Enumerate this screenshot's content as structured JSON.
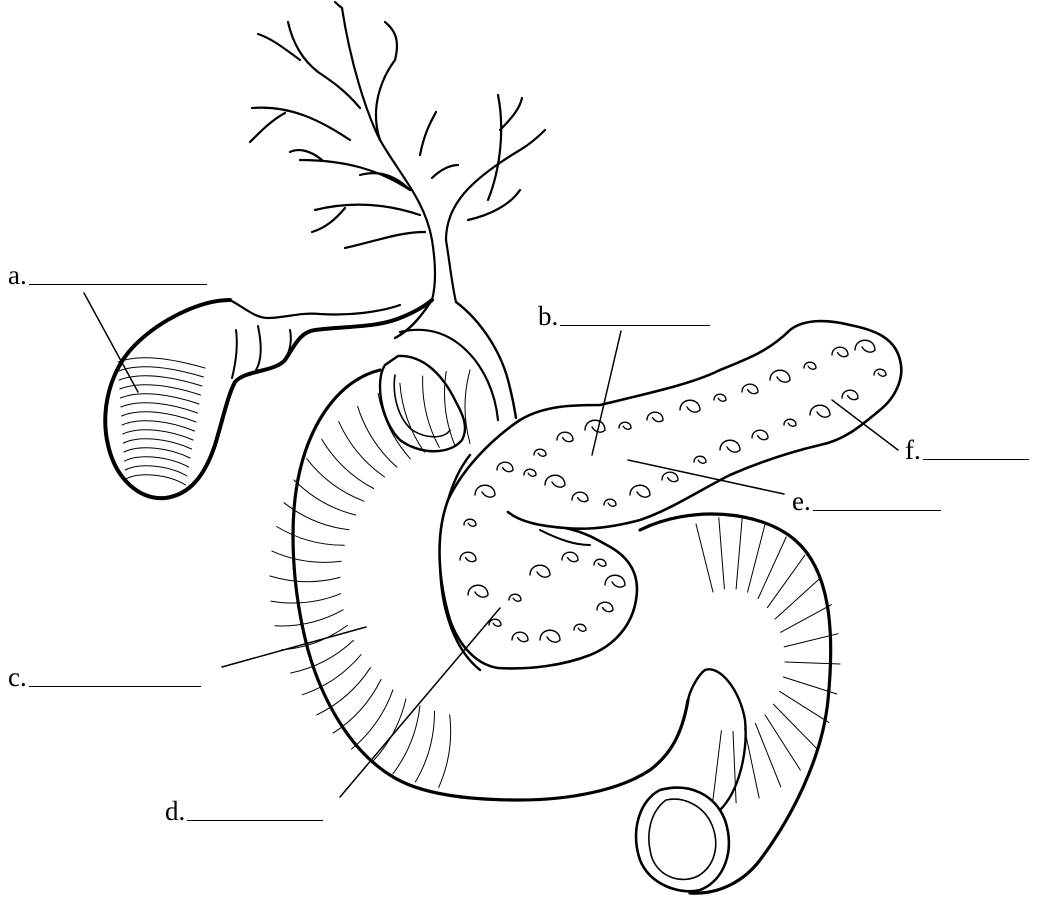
{
  "labels": {
    "a": "a.",
    "b": "b.",
    "c": "c.",
    "d": "d.",
    "e": "e.",
    "f": "f."
  },
  "colors": {
    "ink": "#000000",
    "paper": "#ffffff"
  }
}
